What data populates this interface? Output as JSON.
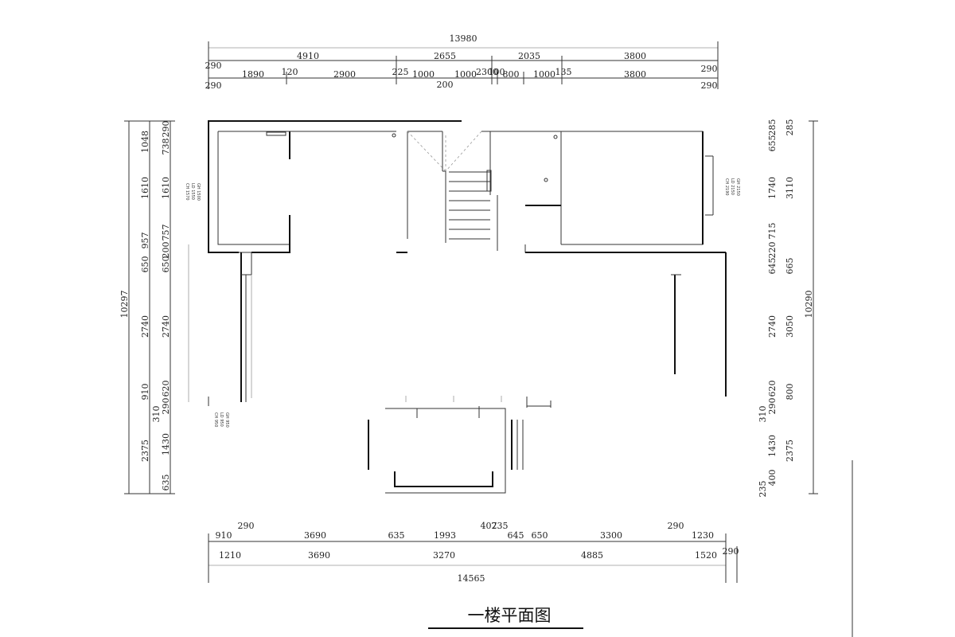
{
  "title": "一楼平面图",
  "top_dims": {
    "total": "13980",
    "row1": [
      "4910",
      "2655",
      "2035",
      "3800"
    ],
    "row2": [
      "1890",
      "120",
      "2900",
      "225",
      "1000",
      "1000",
      "2300",
      "100",
      "800",
      "1000",
      "135",
      "3800"
    ],
    "row2_sub": "200",
    "left_290_a": "290",
    "left_290_b": "290",
    "right_290_a": "290",
    "right_290_b": "290"
  },
  "bottom_dims": {
    "row1": [
      "910",
      "290",
      "3690",
      "635",
      "1993",
      "407",
      "235",
      "645",
      "650",
      "3300",
      "290",
      "1230"
    ],
    "row2": [
      "1210",
      "3690",
      "3270",
      "4885",
      "1520",
      "290"
    ],
    "total": "14565"
  },
  "left_dims": {
    "total": "10297",
    "outer": [
      "1048",
      "1610",
      "957",
      "650",
      "2740",
      "910",
      "310",
      "2375"
    ],
    "inner": [
      "290",
      "738",
      "1610",
      "757",
      "200",
      "650",
      "2740",
      "620",
      "290",
      "1430",
      "635"
    ]
  },
  "right_dims": {
    "total": "10290",
    "inner": [
      "285",
      "655",
      "1740",
      "715",
      "220",
      "645",
      "2740",
      "620",
      "290",
      "310",
      "1430",
      "400",
      "235"
    ],
    "outer": [
      "285",
      "3110",
      "665",
      "3050",
      "800",
      "2375"
    ]
  },
  "window_labels": {
    "left_upper": [
      "CH 1570",
      "LD 1550",
      "GH 1500"
    ],
    "left_lower": [
      "CH 950",
      "LD 950",
      "GH 950"
    ],
    "right_upper": [
      "CH 2190",
      "LD 2150",
      "GH 2150"
    ]
  }
}
